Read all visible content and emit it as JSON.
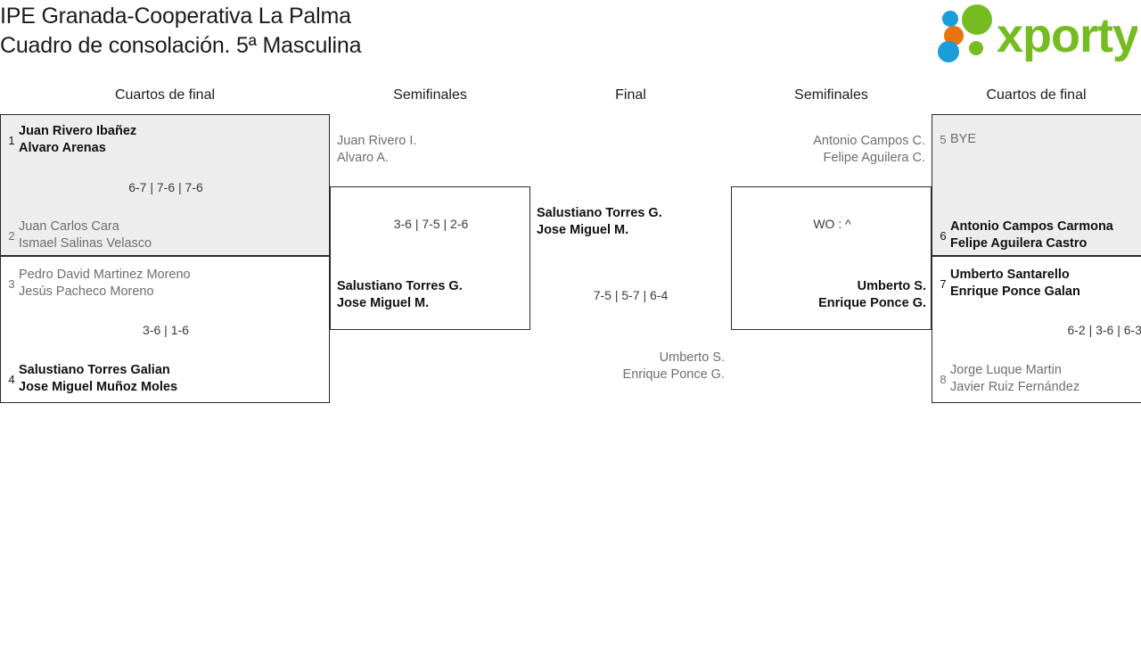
{
  "header": {
    "title_line1": "IPE Granada-Cooperativa La Palma",
    "title_line2": "Cuadro de consolación. 5ª Masculina",
    "logo_text": "xporty",
    "logo_colors": {
      "green": "#76bc21",
      "orange": "#e8740c",
      "blue": "#1b9dd9"
    }
  },
  "columns": {
    "qf_left": "Cuartos de final",
    "sf_left": "Semifinales",
    "final": "Final",
    "sf_right": "Semifinales",
    "qf_right": "Cuartos de final"
  },
  "bracket": {
    "qf_left": [
      {
        "seed_top": "1",
        "top_p1": "Juan Rivero Ibañez",
        "top_p2": "Alvaro Arenas",
        "seed_bottom": "2",
        "bottom_p1": "Juan Carlos Cara",
        "bottom_p2": "Ismael Salinas Velasco",
        "score": "6-7 | 7-6 | 7-6",
        "winner": "top",
        "shaded": true
      },
      {
        "seed_top": "3",
        "top_p1": "Pedro David Martinez Moreno",
        "top_p2": "Jesús Pacheco Moreno",
        "seed_bottom": "4",
        "bottom_p1": "Salustiano Torres Galian",
        "bottom_p2": "Jose Miguel Muñoz Moles",
        "score": "3-6 | 1-6",
        "winner": "bottom",
        "shaded": false
      }
    ],
    "sf_left": {
      "top_p1": "Juan Rivero I.",
      "top_p2": "Alvaro A.",
      "bottom_p1": "Salustiano Torres G.",
      "bottom_p2": "Jose Miguel M.",
      "score": "3-6 | 7-5 | 2-6",
      "winner": "bottom"
    },
    "final": {
      "top_p1": "Salustiano Torres G.",
      "top_p2": "Jose Miguel M.",
      "bottom_p1": "Umberto S.",
      "bottom_p2": "Enrique Ponce G.",
      "score": "7-5 | 5-7 | 6-4",
      "winner": "top"
    },
    "sf_right": {
      "top_p1": "Antonio Campos C.",
      "top_p2": "Felipe Aguilera C.",
      "bottom_p1": "Umberto S.",
      "bottom_p2": "Enrique Ponce G.",
      "score": "WO : ^",
      "winner": "bottom"
    },
    "qf_right": [
      {
        "seed_top": "5",
        "top_p1": "BYE",
        "top_p2": "",
        "seed_bottom": "6",
        "bottom_p1": "Antonio Campos Carmona",
        "bottom_p2": "Felipe Aguilera Castro",
        "score": "",
        "winner": "bottom",
        "shaded": true
      },
      {
        "seed_top": "7",
        "top_p1": "Umberto Santarello",
        "top_p2": "Enrique Ponce Galan",
        "seed_bottom": "8",
        "bottom_p1": "Jorge Luque Martin",
        "bottom_p2": "Javier Ruiz Fernández",
        "score": "6-2 | 3-6 | 6-3",
        "winner": "top",
        "shaded": false
      }
    ]
  }
}
